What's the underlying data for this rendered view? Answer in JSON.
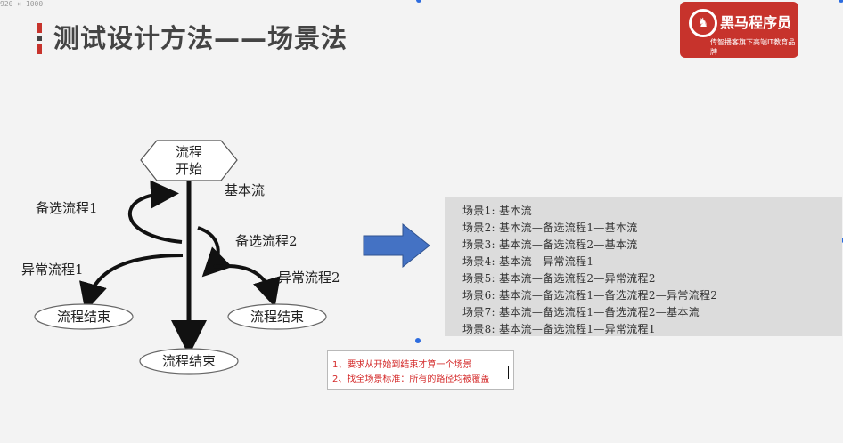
{
  "screen": {
    "dimensions_label": "920 × 1000"
  },
  "slide": {
    "title": "测试设计方法——场景法",
    "title_bar_colors": [
      "#c7332c",
      "#444444",
      "#c7332c"
    ]
  },
  "logo": {
    "name": "黑马程序员",
    "tagline": "传智播客旗下高端IT教育品牌",
    "brand_color": "#c7332c"
  },
  "diagram": {
    "start_node": [
      "流程",
      "开始"
    ],
    "main_flow_label": "基本流",
    "alt_flow1_label": "备选流程1",
    "alt_flow2_label": "备选流程2",
    "exc_flow1_label": "异常流程1",
    "exc_flow2_label": "异常流程2",
    "end_left": "流程结束",
    "end_right": "流程结束",
    "end_bottom": "流程结束"
  },
  "arrow": {
    "color": "#4472c4",
    "icon": "right-arrow-icon"
  },
  "scenarios": [
    "场景1:  基本流",
    "场景2:  基本流—备选流程1—基本流",
    "场景3:  基本流—备选流程2—基本流",
    "场景4:  基本流—异常流程1",
    "场景5:  基本流—备选流程2—异常流程2",
    "场景6:  基本流—备选流程1—备选流程2—异常流程2",
    "场景7:  基本流—备选流程1—备选流程2—基本流",
    "场景8:  基本流—备选流程1—异常流程1"
  ],
  "notes": [
    "1、要求从开始到结束才算一个场景",
    "2、找全场景标准：所有的路径均被覆盖"
  ],
  "colors": {
    "note_text": "#d42a2a",
    "selection_handle": "#2d6cdf"
  }
}
